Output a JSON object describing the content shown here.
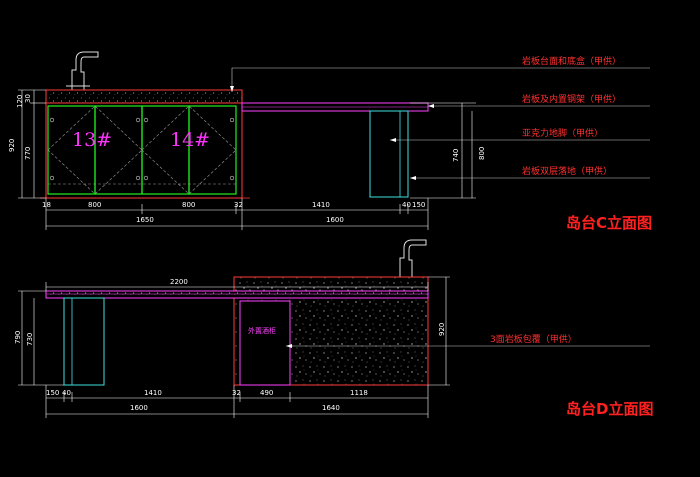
{
  "top_view": {
    "title": "岛台C立面图",
    "cabinet_numbers": [
      "13#",
      "14#"
    ],
    "annotations": [
      "岩板台面和底盒（甲供）",
      "岩板及内置钢架（甲供）",
      "亚克力地脚（甲供）",
      "岩板双层落地（甲供）"
    ],
    "dims_bottom_row1": [
      "18",
      "800",
      "800",
      "32",
      "1410",
      "40",
      "150"
    ],
    "dims_bottom_row2": [
      "1650",
      "1600"
    ],
    "dims_left": [
      "920",
      "770",
      "30",
      "120"
    ],
    "dims_right": [
      "740",
      "800"
    ]
  },
  "bottom_view": {
    "title": "岛台D立面图",
    "top_dim": "2200",
    "annotation": "3面岩板包覆（甲供）",
    "box_label": "外置酒柜",
    "dims_bottom_row1": [
      "150",
      "40",
      "1410",
      "32",
      "490",
      "1118"
    ],
    "dims_bottom_row2": [
      "1600",
      "1640"
    ],
    "dims_left": [
      "790",
      "730"
    ],
    "dims_right": [
      "920"
    ]
  },
  "colors": {
    "background": "#000000",
    "outline": "#ff3b3b",
    "slab": "#ff40ff",
    "door": "#22ee22",
    "leg": "#40e0e0",
    "dimension": "#ffffff",
    "text_red": "#ff2020"
  }
}
